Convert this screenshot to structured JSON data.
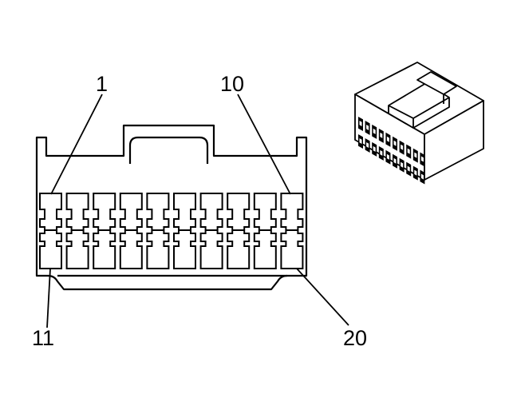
{
  "diagram": {
    "colors": {
      "stroke": "#000000",
      "background": "#ffffff"
    },
    "connector_face": {
      "cavity_count": 20,
      "rows": 2,
      "cavities_per_row": 10
    },
    "pin_labels": {
      "top_left": "1",
      "top_right": "10",
      "bottom_left": "11",
      "bottom_right": "20"
    }
  }
}
